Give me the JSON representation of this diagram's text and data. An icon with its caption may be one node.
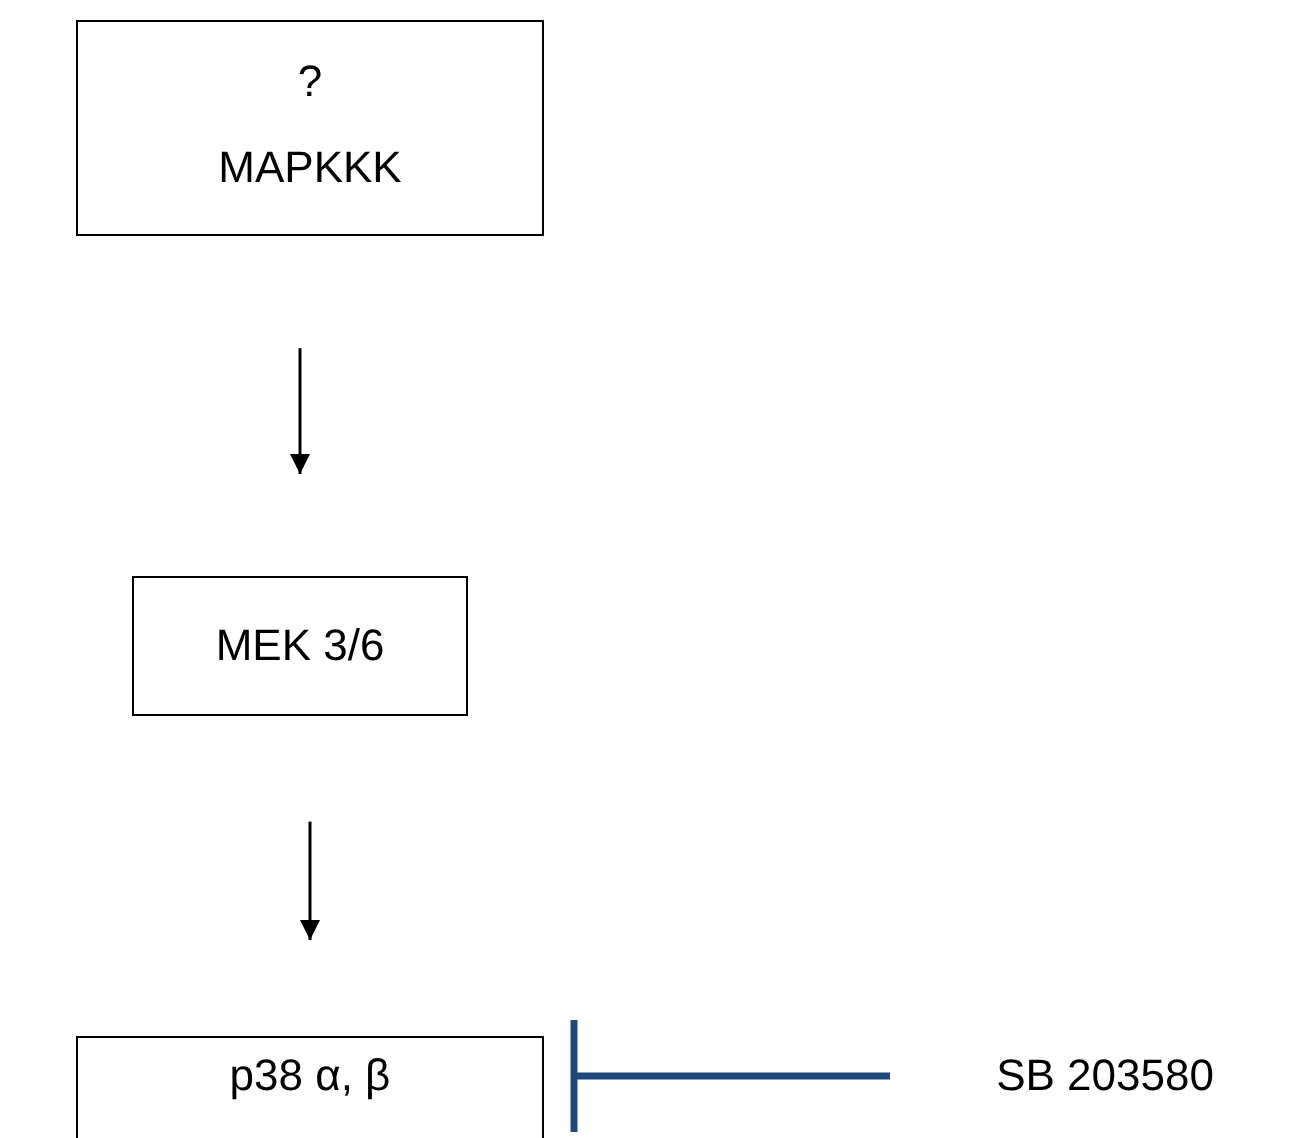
{
  "diagram": {
    "nodes": [
      {
        "text": [
          "?",
          "MAPKKK"
        ]
      },
      {
        "text": [
          "MEK 3/6"
        ]
      },
      {
        "text": [
          "p38 α, β"
        ]
      },
      {
        "text": [
          "SB 203580"
        ]
      }
    ],
    "edges": [
      {
        "from": 0,
        "to": 1,
        "arrow": "to"
      },
      {
        "from": 1,
        "to": 2,
        "arrow": "to"
      },
      {
        "from": 3,
        "to": 2,
        "arrow": "other",
        "style": "thick",
        "color": "#1f497d"
      }
    ]
  }
}
